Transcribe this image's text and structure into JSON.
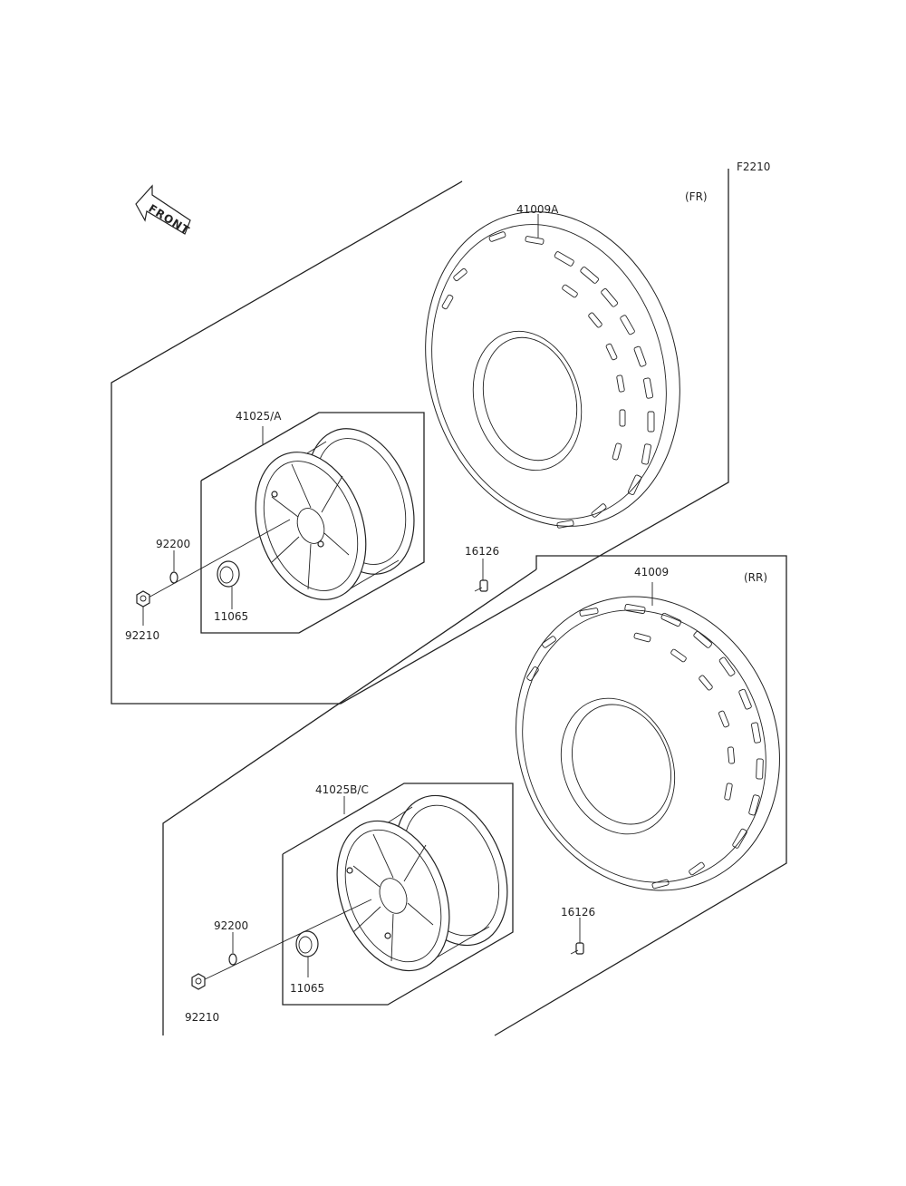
{
  "figure_code": "F2210",
  "front_badge": "FRONT",
  "front_group": {
    "position_label": "(FR)",
    "tire_part": "41009A",
    "wheel_part": "41025/A",
    "washer_part": "92200",
    "nut_part": "92210",
    "cap_part": "11065",
    "valve_part": "16126"
  },
  "rear_group": {
    "position_label": "(RR)",
    "tire_part": "41009",
    "wheel_part": "41025B/C",
    "washer_part": "92200",
    "nut_part": "92210",
    "cap_part": "11065",
    "valve_part": "16126"
  }
}
